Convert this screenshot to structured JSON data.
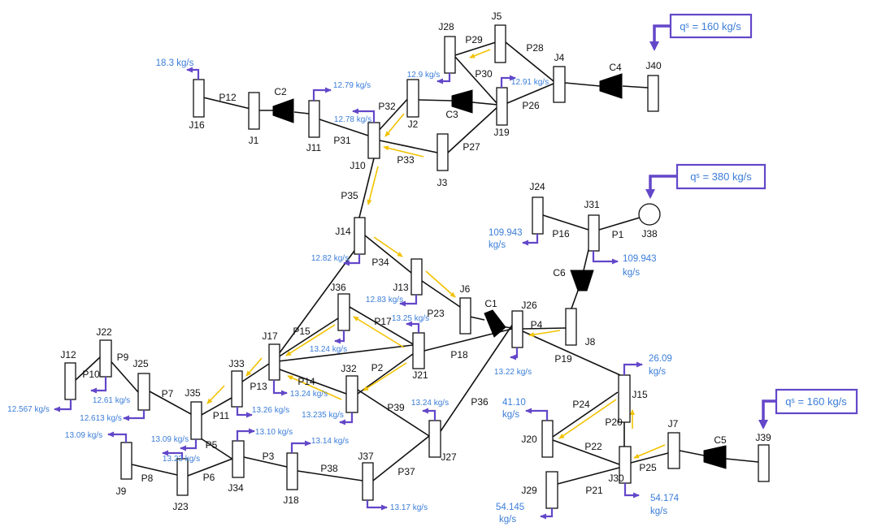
{
  "colors": {
    "pipe": "#111111",
    "flow_arrow": "#f2c200",
    "demand": "#6347c9",
    "value_text": "#3b7dd8"
  },
  "junctions": [
    "J1",
    "J2",
    "J3",
    "J4",
    "J5",
    "J6",
    "J7",
    "J8",
    "J9",
    "J10",
    "J11",
    "J12",
    "J13",
    "J14",
    "J15",
    "J16",
    "J17",
    "J18",
    "J19",
    "J20",
    "J21",
    "J22",
    "J23",
    "J24",
    "J25",
    "J26",
    "J27",
    "J28",
    "J29",
    "J30",
    "J31",
    "J32",
    "J33",
    "J34",
    "J35",
    "J36",
    "J37",
    "J38",
    "J39",
    "J40"
  ],
  "pipes": [
    "P1",
    "P2",
    "P3",
    "P4",
    "P5",
    "P6",
    "P7",
    "P8",
    "P9",
    "P10",
    "P11",
    "P12",
    "P13",
    "P14",
    "P15",
    "P16",
    "P17",
    "P18",
    "P19",
    "P20",
    "P21",
    "P22",
    "P23",
    "P24",
    "P25",
    "P26",
    "P27",
    "P28",
    "P29",
    "P30",
    "P31",
    "P32",
    "P33",
    "P34",
    "P35",
    "P36",
    "P37",
    "P38",
    "P39"
  ],
  "compressors": [
    "C1",
    "C2",
    "C3",
    "C4",
    "C5",
    "C6"
  ],
  "supplies": [
    {
      "text": "qˢ = 160 kg/s"
    },
    {
      "text": "qˢ = 380 kg/s"
    },
    {
      "text": "qˢ = 160 kg/s"
    }
  ],
  "demands": [
    {
      "text": "18.3 kg/s"
    },
    {
      "text": "12.79 kg/s"
    },
    {
      "text": "12.78 kg/s"
    },
    {
      "text": "12.9 kg/s"
    },
    {
      "text": "12.91 kg/s"
    },
    {
      "text": "12.82 kg/s"
    },
    {
      "text": "12.83 kg/s"
    },
    {
      "text": "13.25 kg/s"
    },
    {
      "text": "13.24 kg/s"
    },
    {
      "text": "13.22 kg/s"
    },
    {
      "text": "13.24 kg/s"
    },
    {
      "text": "13.26 kg/s"
    },
    {
      "text": "13.235 kg/s"
    },
    {
      "text": "13.24 kg/s"
    },
    {
      "text": "13.09 kg/s"
    },
    {
      "text": "13.09 kg/s"
    },
    {
      "text": "13.23 kg/s"
    },
    {
      "text": "13.10 kg/s"
    },
    {
      "text": "13.14 kg/s"
    },
    {
      "text": "13.17 kg/s"
    },
    {
      "text": "12.61 kg/s"
    },
    {
      "text": "12.613 kg/s"
    },
    {
      "text": "12.567 kg/s"
    },
    {
      "lines": [
        "109.943",
        "kg/s"
      ]
    },
    {
      "lines": [
        "109.943",
        "kg/s"
      ]
    },
    {
      "lines": [
        "26.09",
        "kg/s"
      ]
    },
    {
      "lines": [
        "41.10",
        "kg/s"
      ]
    },
    {
      "lines": [
        "54.145",
        "kg/s"
      ]
    },
    {
      "lines": [
        "54.174",
        "kg/s"
      ]
    }
  ]
}
